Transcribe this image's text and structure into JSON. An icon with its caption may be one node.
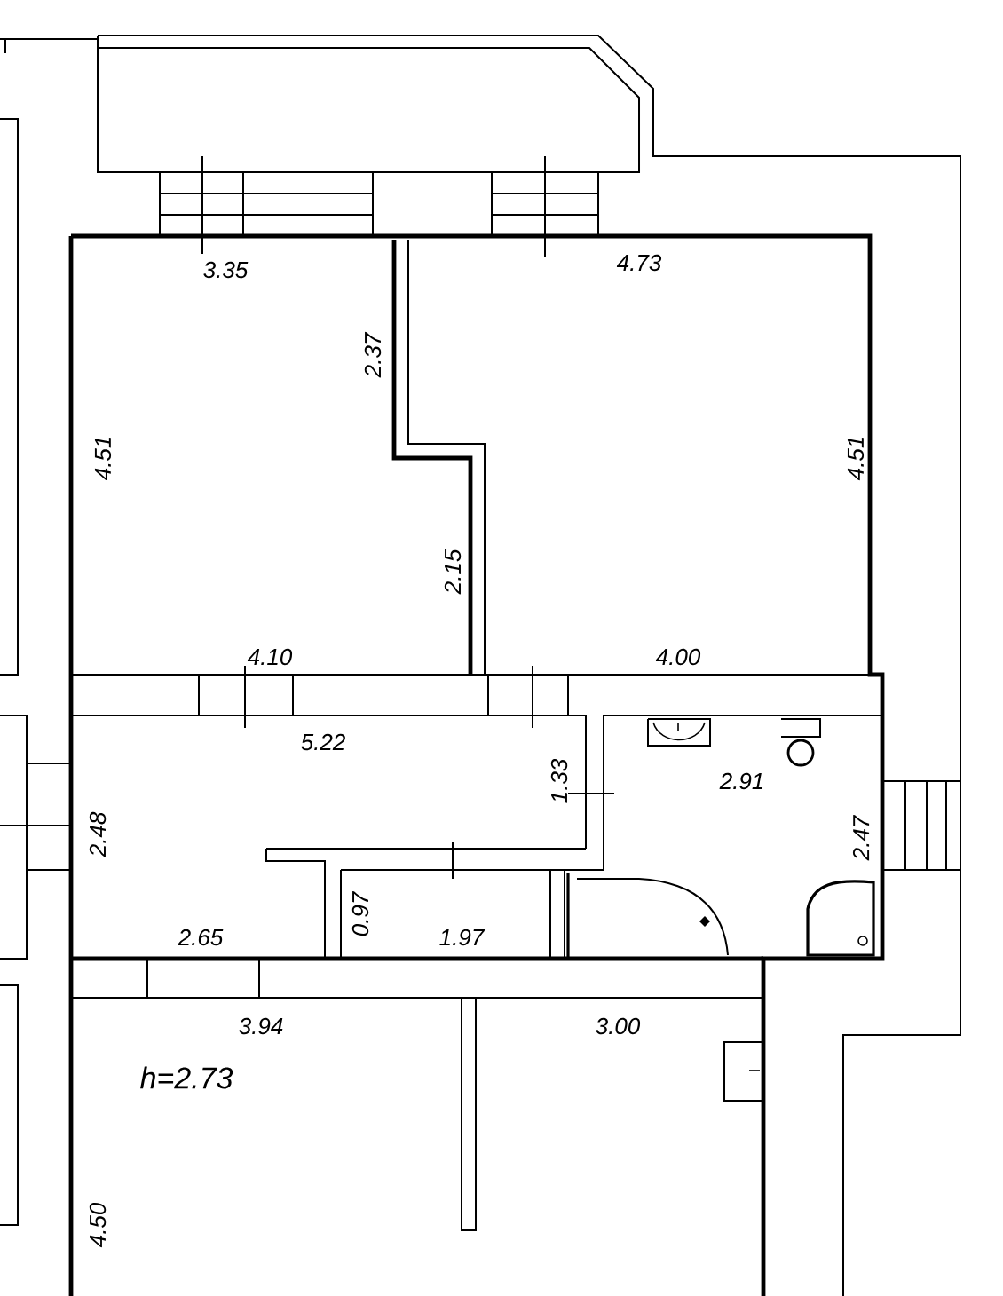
{
  "diagram": {
    "labels": [
      "3.35",
      "4.73",
      "2.37",
      "4.51",
      "4.51",
      "2.15",
      "4.10",
      "4.00",
      "5.22",
      "1.33",
      "2.91",
      "2.48",
      "2.47",
      "0.97",
      "2.65",
      "1.97",
      "3.94",
      "3.00",
      "h=2.73",
      "4.50"
    ]
  }
}
